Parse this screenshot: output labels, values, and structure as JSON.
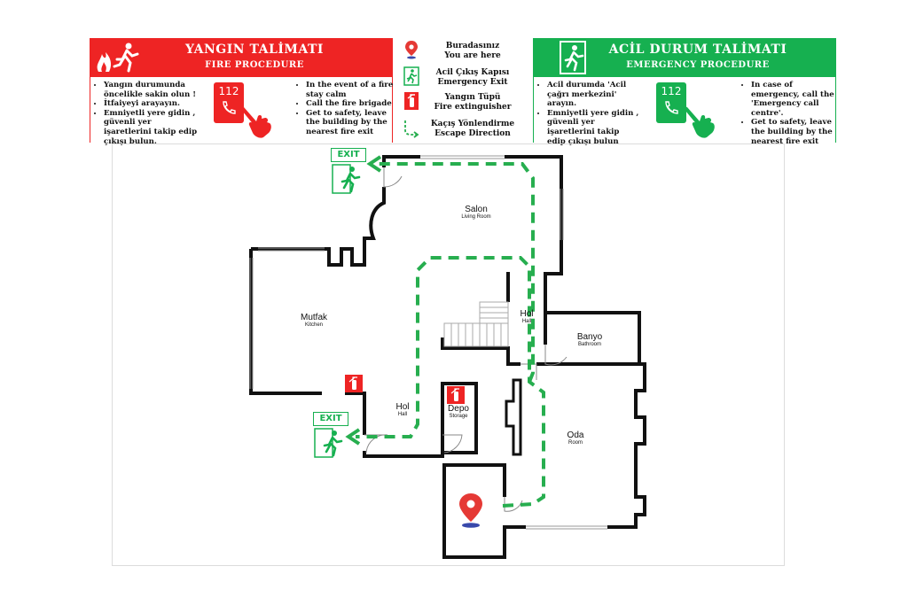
{
  "fire_panel": {
    "title": "YANGIN TALİMATI",
    "subtitle": "FIRE PROCEDURE",
    "color": "#ee2424",
    "phone": "112",
    "steps_tr": [
      "Yangın durumunda öncelikle sakin olun !",
      "İtfaiyeyi arayayın.",
      "Emniyetli yere gidin , güvenli yer işaretlerini takip edip çıkışı bulun."
    ],
    "steps_en": [
      "In the event of a fire stay calm",
      "Call the fire brigade",
      "Get to safety, leave the building by the nearest fire exit"
    ]
  },
  "emergency_panel": {
    "title": "ACİL DURUM TALİMATI",
    "subtitle": "EMERGENCY PROCEDURE",
    "color": "#16b050",
    "phone": "112",
    "steps_tr": [
      "Acil durumda 'Acil çağrı merkezini' arayın.",
      "Emniyetli yere gidin , güvenli yer işaretlerini takip edip çıkışı bulun"
    ],
    "steps_en": [
      "In case of emergency, call the 'Emergency call centre'.",
      "Get to safety, leave the building by the nearest fire exit"
    ]
  },
  "legend": {
    "you_are_here_tr": "Buradasınız",
    "you_are_here_en": "You are here",
    "exit_tr": "Acil Çıkış Kapısı",
    "exit_en": "Emergency Exit",
    "ext_tr": "Yangın Tüpü",
    "ext_en": "Fire extinguisher",
    "route_tr": "Kaçış Yönlendirme",
    "route_en": "Escape Direction"
  },
  "exit_label": "EXIT",
  "rooms": {
    "salon": {
      "name": "Salon",
      "sub": "Living Room"
    },
    "mutfak": {
      "name": "Mutfak",
      "sub": "Kitchen"
    },
    "hol_top": {
      "name": "Hol",
      "sub": "Hall"
    },
    "banyo": {
      "name": "Banyo",
      "sub": "Bathroom"
    },
    "hol_bottom": {
      "name": "Hol",
      "sub": "Hall"
    },
    "depo": {
      "name": "Depo",
      "sub": "Storage"
    },
    "oda": {
      "name": "Oda",
      "sub": "Room"
    }
  },
  "colors": {
    "route": "#27ae4f",
    "pin": "#e53935",
    "wall": "#111111"
  }
}
